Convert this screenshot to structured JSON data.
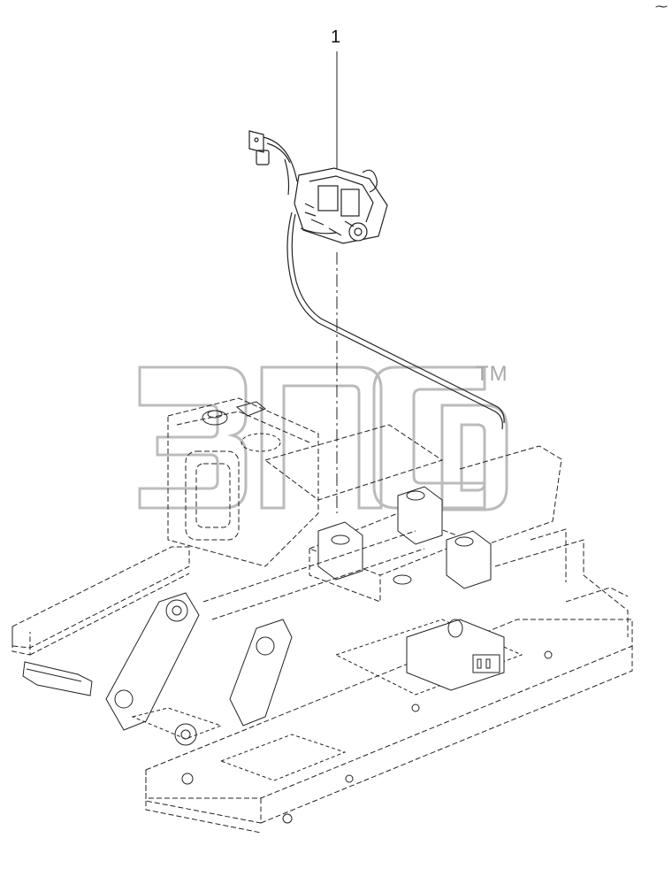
{
  "callout": {
    "label": "1"
  },
  "watermark": {
    "tm": "TM",
    "logo_icon": "3ncb-watermark-logo"
  },
  "corner": {
    "mark": "⁓"
  },
  "colors": {
    "line": "#222222",
    "watermark": "#b0b0b0",
    "background": "#ffffff"
  },
  "icons": {
    "assembly": "pump-assembly-icon",
    "frame": "undercarriage-frame-icon"
  }
}
